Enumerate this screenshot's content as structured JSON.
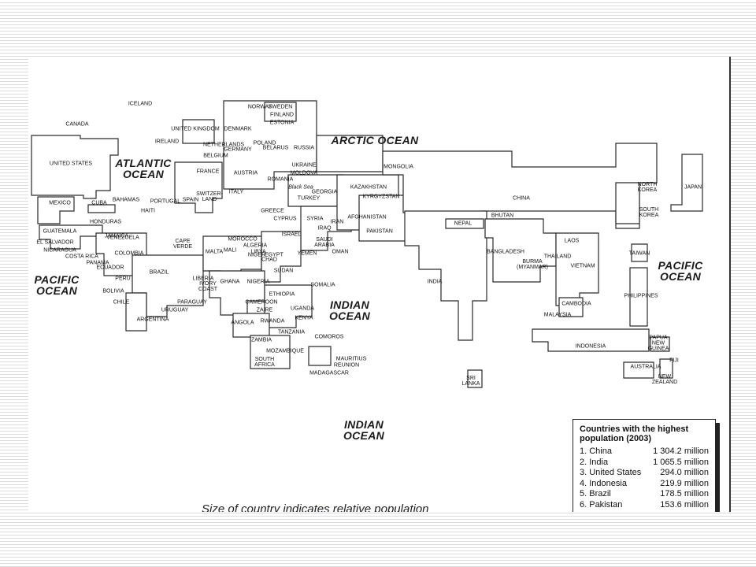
{
  "oceans": [
    {
      "id": "arctic",
      "label": "ARCTIC OCEAN"
    },
    {
      "id": "atlantic",
      "label": "ATLANTIC\nOCEAN"
    },
    {
      "id": "pacific-west",
      "label": "PACIFIC\nOCEAN"
    },
    {
      "id": "pacific-east",
      "label": "PACIFIC\nOCEAN"
    },
    {
      "id": "indian-1",
      "label": "INDIAN\nOCEAN"
    },
    {
      "id": "indian-2",
      "label": "INDIAN\nOCEAN"
    }
  ],
  "countries": [
    "ICELAND",
    "CANADA",
    "UNITED STATES",
    "MEXICO",
    "CUBA",
    "BAHAMAS",
    "HAITI",
    "GUATEMALA",
    "HONDURAS",
    "EL SALVADOR",
    "NICARAGUA",
    "COSTA RICA",
    "PANAMA",
    "JAMAICA",
    "VENEZUELA",
    "COLOMBIA",
    "ECUADOR",
    "PERU",
    "BOLIVIA",
    "CHILE",
    "BRAZIL",
    "PARAGUAY",
    "URUGUAY",
    "ARGENTINA",
    "IRELAND",
    "UNITED KINGDOM",
    "NORWAY",
    "SWEDEN",
    "FINLAND",
    "ESTONIA",
    "DENMARK",
    "NETHERLANDS",
    "BELGIUM",
    "GERMANY",
    "POLAND",
    "BELARUS",
    "RUSSIA",
    "UKRAINE",
    "MOLDOVA",
    "ROMANIA",
    "FRANCE",
    "AUSTRIA",
    "SWITZER-\nLAND",
    "ITALY",
    "SPAIN",
    "PORTUGAL",
    "GREECE",
    "TURKEY",
    "Black Sea",
    "GEORGIA",
    "KAZAKHSTAN",
    "KYRGYZSTAN",
    "MONGOLIA",
    "CHINA",
    "NORTH\nKOREA",
    "SOUTH\nKOREA",
    "JAPAN",
    "TAIWAN",
    "PHILIPPINES",
    "CYPRUS",
    "SYRIA",
    "IRAQ",
    "ISRAEL",
    "SAUDI\nARABIA",
    "YEMEN",
    "OMAN",
    "IRAN",
    "AFGHANISTAN",
    "PAKISTAN",
    "INDIA",
    "NEPAL",
    "BHUTAN",
    "BANGLADESH",
    "BURMA\n(MYANMAR)",
    "THAILAND",
    "LAOS",
    "VIETNAM",
    "CAMBODIA",
    "MALAYSIA",
    "SRI\nLANKA",
    "INDONESIA",
    "PAPUA\nNEW\nGUINEA",
    "AUSTRALIA",
    "FIJI",
    "NEW\nZEALAND",
    "MALTA",
    "MOROCCO",
    "ALGERIA",
    "LIBYA",
    "EGYPT",
    "CAPE\nVERDE",
    "MALI",
    "NIGER",
    "CHAD",
    "SUDAN",
    "LIBERIA",
    "IVORY\nCOAST",
    "GHANA",
    "NIGERIA",
    "CAMEROON",
    "ETHIOPIA",
    "SOMALIA",
    "UGANDA",
    "KENYA",
    "ZAIRE",
    "RWANDA",
    "TANZANIA",
    "ANGOLA",
    "ZAMBIA",
    "MOZAMBIQUE",
    "COMOROS",
    "MAURITIUS",
    "REUNION",
    "MADAGASCAR",
    "SOUTH\nAFRICA"
  ],
  "legend": {
    "title": "Countries with the highest\npopulation (2003)",
    "rows": [
      {
        "rank": "1. China",
        "value": "1 304.2 million"
      },
      {
        "rank": "2. India",
        "value": "1 065.5 million"
      },
      {
        "rank": "3. United States",
        "value": "294.0 million"
      },
      {
        "rank": "4. Indonesia",
        "value": "219.9 million"
      },
      {
        "rank": "5. Brazil",
        "value": "178.5 million"
      },
      {
        "rank": "6. Pakistan",
        "value": "153.6 million"
      }
    ]
  },
  "caption": "Size of country indicates relative population"
}
